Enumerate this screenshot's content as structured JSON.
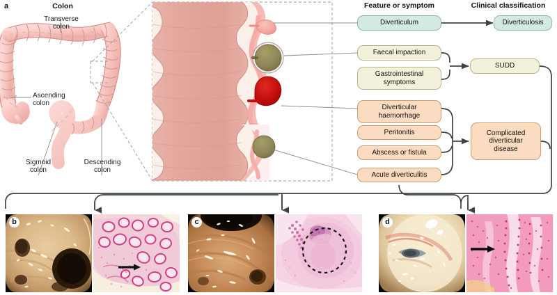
{
  "figure": {
    "panels": {
      "a": "a",
      "b": "b",
      "c": "c",
      "d": "d"
    }
  },
  "panel_a": {
    "title": "Colon",
    "labels": {
      "transverse": "Transverse\ncolon",
      "transverse_line1": "Transverse",
      "transverse_line2": "colon",
      "ascending_line1": "Ascending",
      "ascending_line2": "colon",
      "sigmoid_line1": "Sigmoid",
      "sigmoid_line2": "colon",
      "descending_line1": "Descending",
      "descending_line2": "colon"
    },
    "colors": {
      "colon_fill": "#f6c3be",
      "colon_stroke": "#c98c86",
      "leader_line": "#8a8a8a",
      "dashed_line": "#9a9a9a"
    }
  },
  "panel_a_detail": {
    "description": "Magnified cross-section of sigmoid colon showing haustra and diverticula",
    "colors": {
      "lumen_pink": "#e0a198",
      "wall_cream": "#fbefe9",
      "outer_pink": "#f4b3ae",
      "diverticulum_normal": "#f6a8a3",
      "diverticulum_faecal": "#8d8657",
      "diverticulum_haemorrhage": "#c00d0d",
      "diverticulum_abscess": "#8d8657",
      "inflamed_pale": "#fdeef0"
    },
    "features": [
      {
        "name": "diverticulum",
        "color": "#f6a8a3"
      },
      {
        "name": "faecal-impaction",
        "color": "#8d8657"
      },
      {
        "name": "diverticular-haemorrhage",
        "color": "#c00d0d"
      },
      {
        "name": "acute-diverticulitis",
        "color": "#8d8657"
      }
    ]
  },
  "flowchart": {
    "headers": {
      "feature": "Feature or symptom",
      "classification": "Clinical classification"
    },
    "features": [
      {
        "id": "diverticulum",
        "label": "Diverticulum",
        "style": "teal"
      },
      {
        "id": "faecal",
        "label": "Faecal impaction",
        "style": "cream"
      },
      {
        "id": "gi-symptoms",
        "label": "Gastrointestinal\nsymptoms",
        "line1": "Gastrointestinal",
        "line2": "symptoms",
        "style": "cream"
      },
      {
        "id": "haemorrhage",
        "label": "Diverticular\nhaemorrhage",
        "line1": "Diverticular",
        "line2": "haemorrhage",
        "style": "peach"
      },
      {
        "id": "peritonitis",
        "label": "Peritonitis",
        "style": "peach"
      },
      {
        "id": "abscess",
        "label": "Abscess or fistula",
        "style": "peach"
      },
      {
        "id": "diverticulitis",
        "label": "Acute diverticulitis",
        "style": "peach"
      }
    ],
    "classifications": [
      {
        "id": "diverticulosis",
        "label": "Diverticulosis",
        "style": "teal"
      },
      {
        "id": "sudd",
        "label": "SUDD",
        "style": "cream"
      },
      {
        "id": "complicated",
        "label": "Complicated\ndiverticular\ndisease",
        "line1": "Complicated",
        "line2": "diverticular",
        "line3": "disease",
        "style": "peach"
      }
    ],
    "colors": {
      "teal_fill": "#d3eae2",
      "cream_fill": "#f4f1db",
      "peach_fill": "#fbdcc0",
      "box_stroke": "#9aa0a6",
      "arrow": "#3d4246",
      "thin_leader": "#8a8a8a"
    }
  },
  "photos": {
    "b": {
      "letter": "b",
      "left": {
        "name": "endoscopy-diverticulosis",
        "kind": "endoscopy"
      },
      "right": {
        "name": "histology-diverticulosis",
        "kind": "histology",
        "marker": "arrow"
      }
    },
    "c": {
      "letter": "c",
      "left": {
        "name": "endoscopy-sudd",
        "kind": "endoscopy"
      },
      "right": {
        "name": "histology-sudd",
        "kind": "histology",
        "marker": "dashed-circle"
      }
    },
    "d": {
      "letter": "d",
      "left": {
        "name": "endoscopy-diverticulitis",
        "kind": "endoscopy"
      },
      "right": {
        "name": "histology-diverticulitis",
        "kind": "histology",
        "marker": "arrow"
      }
    }
  }
}
